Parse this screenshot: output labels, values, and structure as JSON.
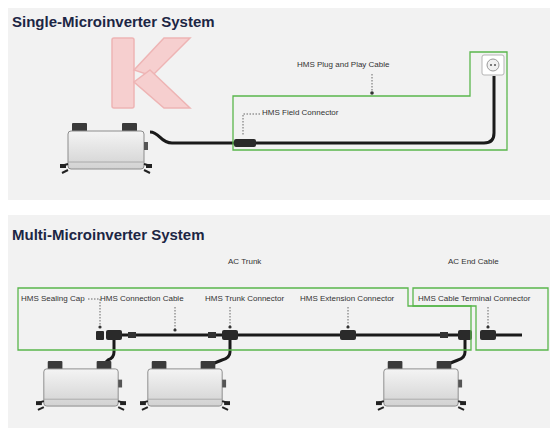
{
  "diagram": {
    "nodes": [
      {
        "text": [
          "Single-Microinverter System"
        ]
      },
      {
        "text": [
          "HMS Plug and Play Cable",
          "HMS Field Connector"
        ],
        "in": 0
      },
      {
        "text": [
          "Multi-Microinverter System"
        ]
      },
      {
        "text": [
          "AC Trunk",
          "HMS Sealing Cap",
          "HMS Connection Cable",
          "HMS Trunk Connector",
          "HMS Extension Connector"
        ],
        "in": 2
      },
      {
        "text": [
          "AC End Cable",
          "HMS Cable Terminal Connector"
        ],
        "in": 2
      }
    ]
  }
}
